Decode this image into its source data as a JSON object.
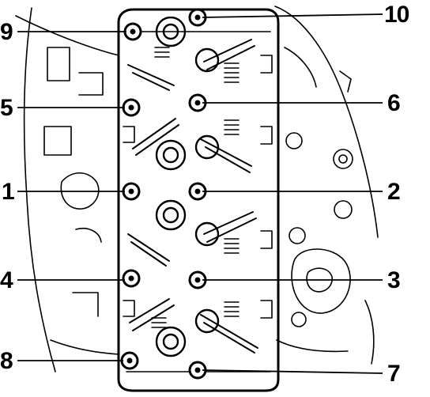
{
  "figure": {
    "subject": "engine cylinder head bolt tightening sequence",
    "callouts": [
      {
        "id": "9",
        "label": "9"
      },
      {
        "id": "10",
        "label": "10"
      },
      {
        "id": "5",
        "label": "5"
      },
      {
        "id": "6",
        "label": "6"
      },
      {
        "id": "1",
        "label": "1"
      },
      {
        "id": "2",
        "label": "2"
      },
      {
        "id": "4",
        "label": "4"
      },
      {
        "id": "3",
        "label": "3"
      },
      {
        "id": "8",
        "label": "8"
      },
      {
        "id": "7",
        "label": "7"
      }
    ]
  }
}
